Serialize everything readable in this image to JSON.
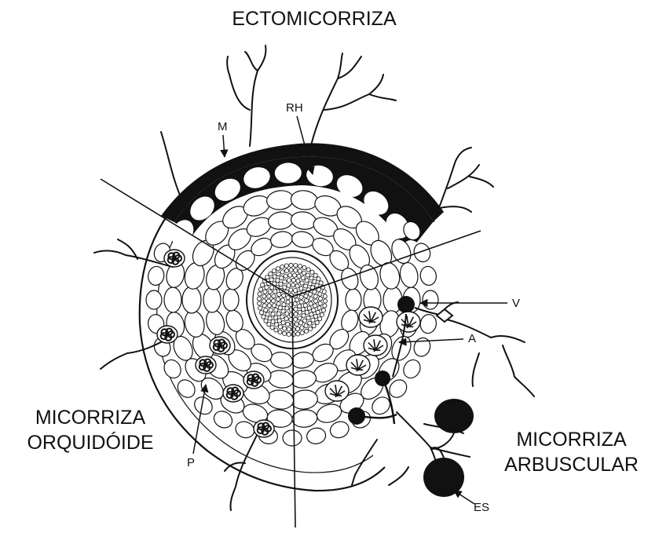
{
  "titles": {
    "ecto": "ECTOMICORRIZA",
    "orquidoide_line1": "MICORRIZA",
    "orquidoide_line2": "ORQUIDÓIDE",
    "arbuscular_line1": "MICORRIZA",
    "arbuscular_line2": "ARBUSCULAR"
  },
  "labels": {
    "M": "M",
    "RH": "RH",
    "V": "V",
    "A": "A",
    "P": "P",
    "ES": "ES"
  },
  "colors": {
    "ink": "#111111",
    "background": "#ffffff"
  }
}
